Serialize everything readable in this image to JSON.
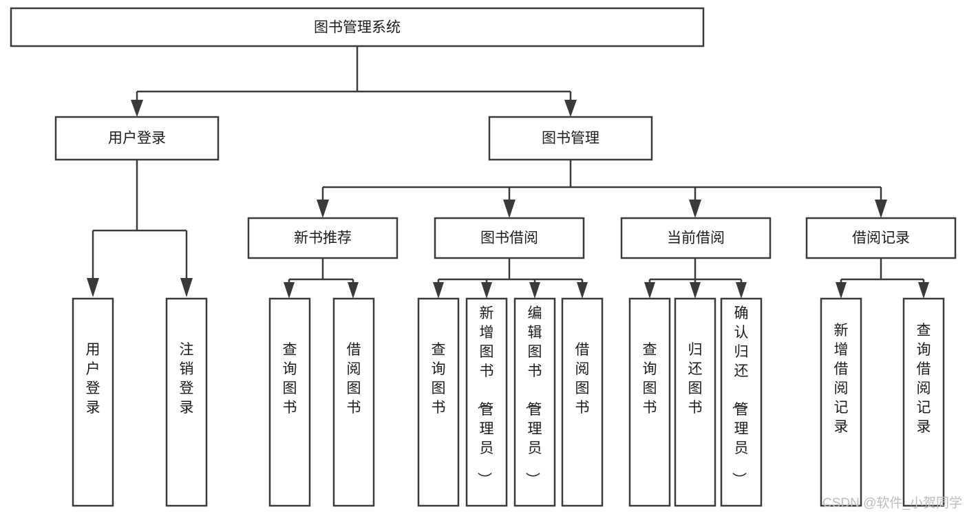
{
  "diagram": {
    "title": "图书管理系统",
    "type": "tree-hierarchy-flowchart",
    "colors": {
      "stroke": "#3a3a3a",
      "box_fill": "#ffffff",
      "text": "#1c1c1c",
      "background": "#ffffff",
      "watermark": "#bdbdbd"
    },
    "root": {
      "label": "图书管理系统"
    },
    "level2": [
      {
        "label": "用户登录"
      },
      {
        "label": "图书管理"
      }
    ],
    "level3": [
      {
        "label": "新书推荐"
      },
      {
        "label": "图书借阅"
      },
      {
        "label": "当前借阅"
      },
      {
        "label": "借阅记录"
      }
    ],
    "leaves_user_login": [
      {
        "label": "用户登录"
      },
      {
        "label": "注销登录"
      }
    ],
    "leaves_new_book": [
      {
        "label": "查询图书"
      },
      {
        "label": "借阅图书"
      }
    ],
    "leaves_book_borrow": [
      {
        "label": "查询图书"
      },
      {
        "label": "新增图书（管理员）"
      },
      {
        "label": "编辑图书（管理员）"
      },
      {
        "label": "借阅图书"
      }
    ],
    "leaves_current_borrow": [
      {
        "label": "查询图书"
      },
      {
        "label": "归还图书"
      },
      {
        "label": "确认归还（管理员）"
      }
    ],
    "leaves_borrow_record": [
      {
        "label": "新增借阅记录"
      },
      {
        "label": "查询借阅记录"
      }
    ]
  },
  "watermark": {
    "text": "CSDN @软件_小贺同学"
  }
}
